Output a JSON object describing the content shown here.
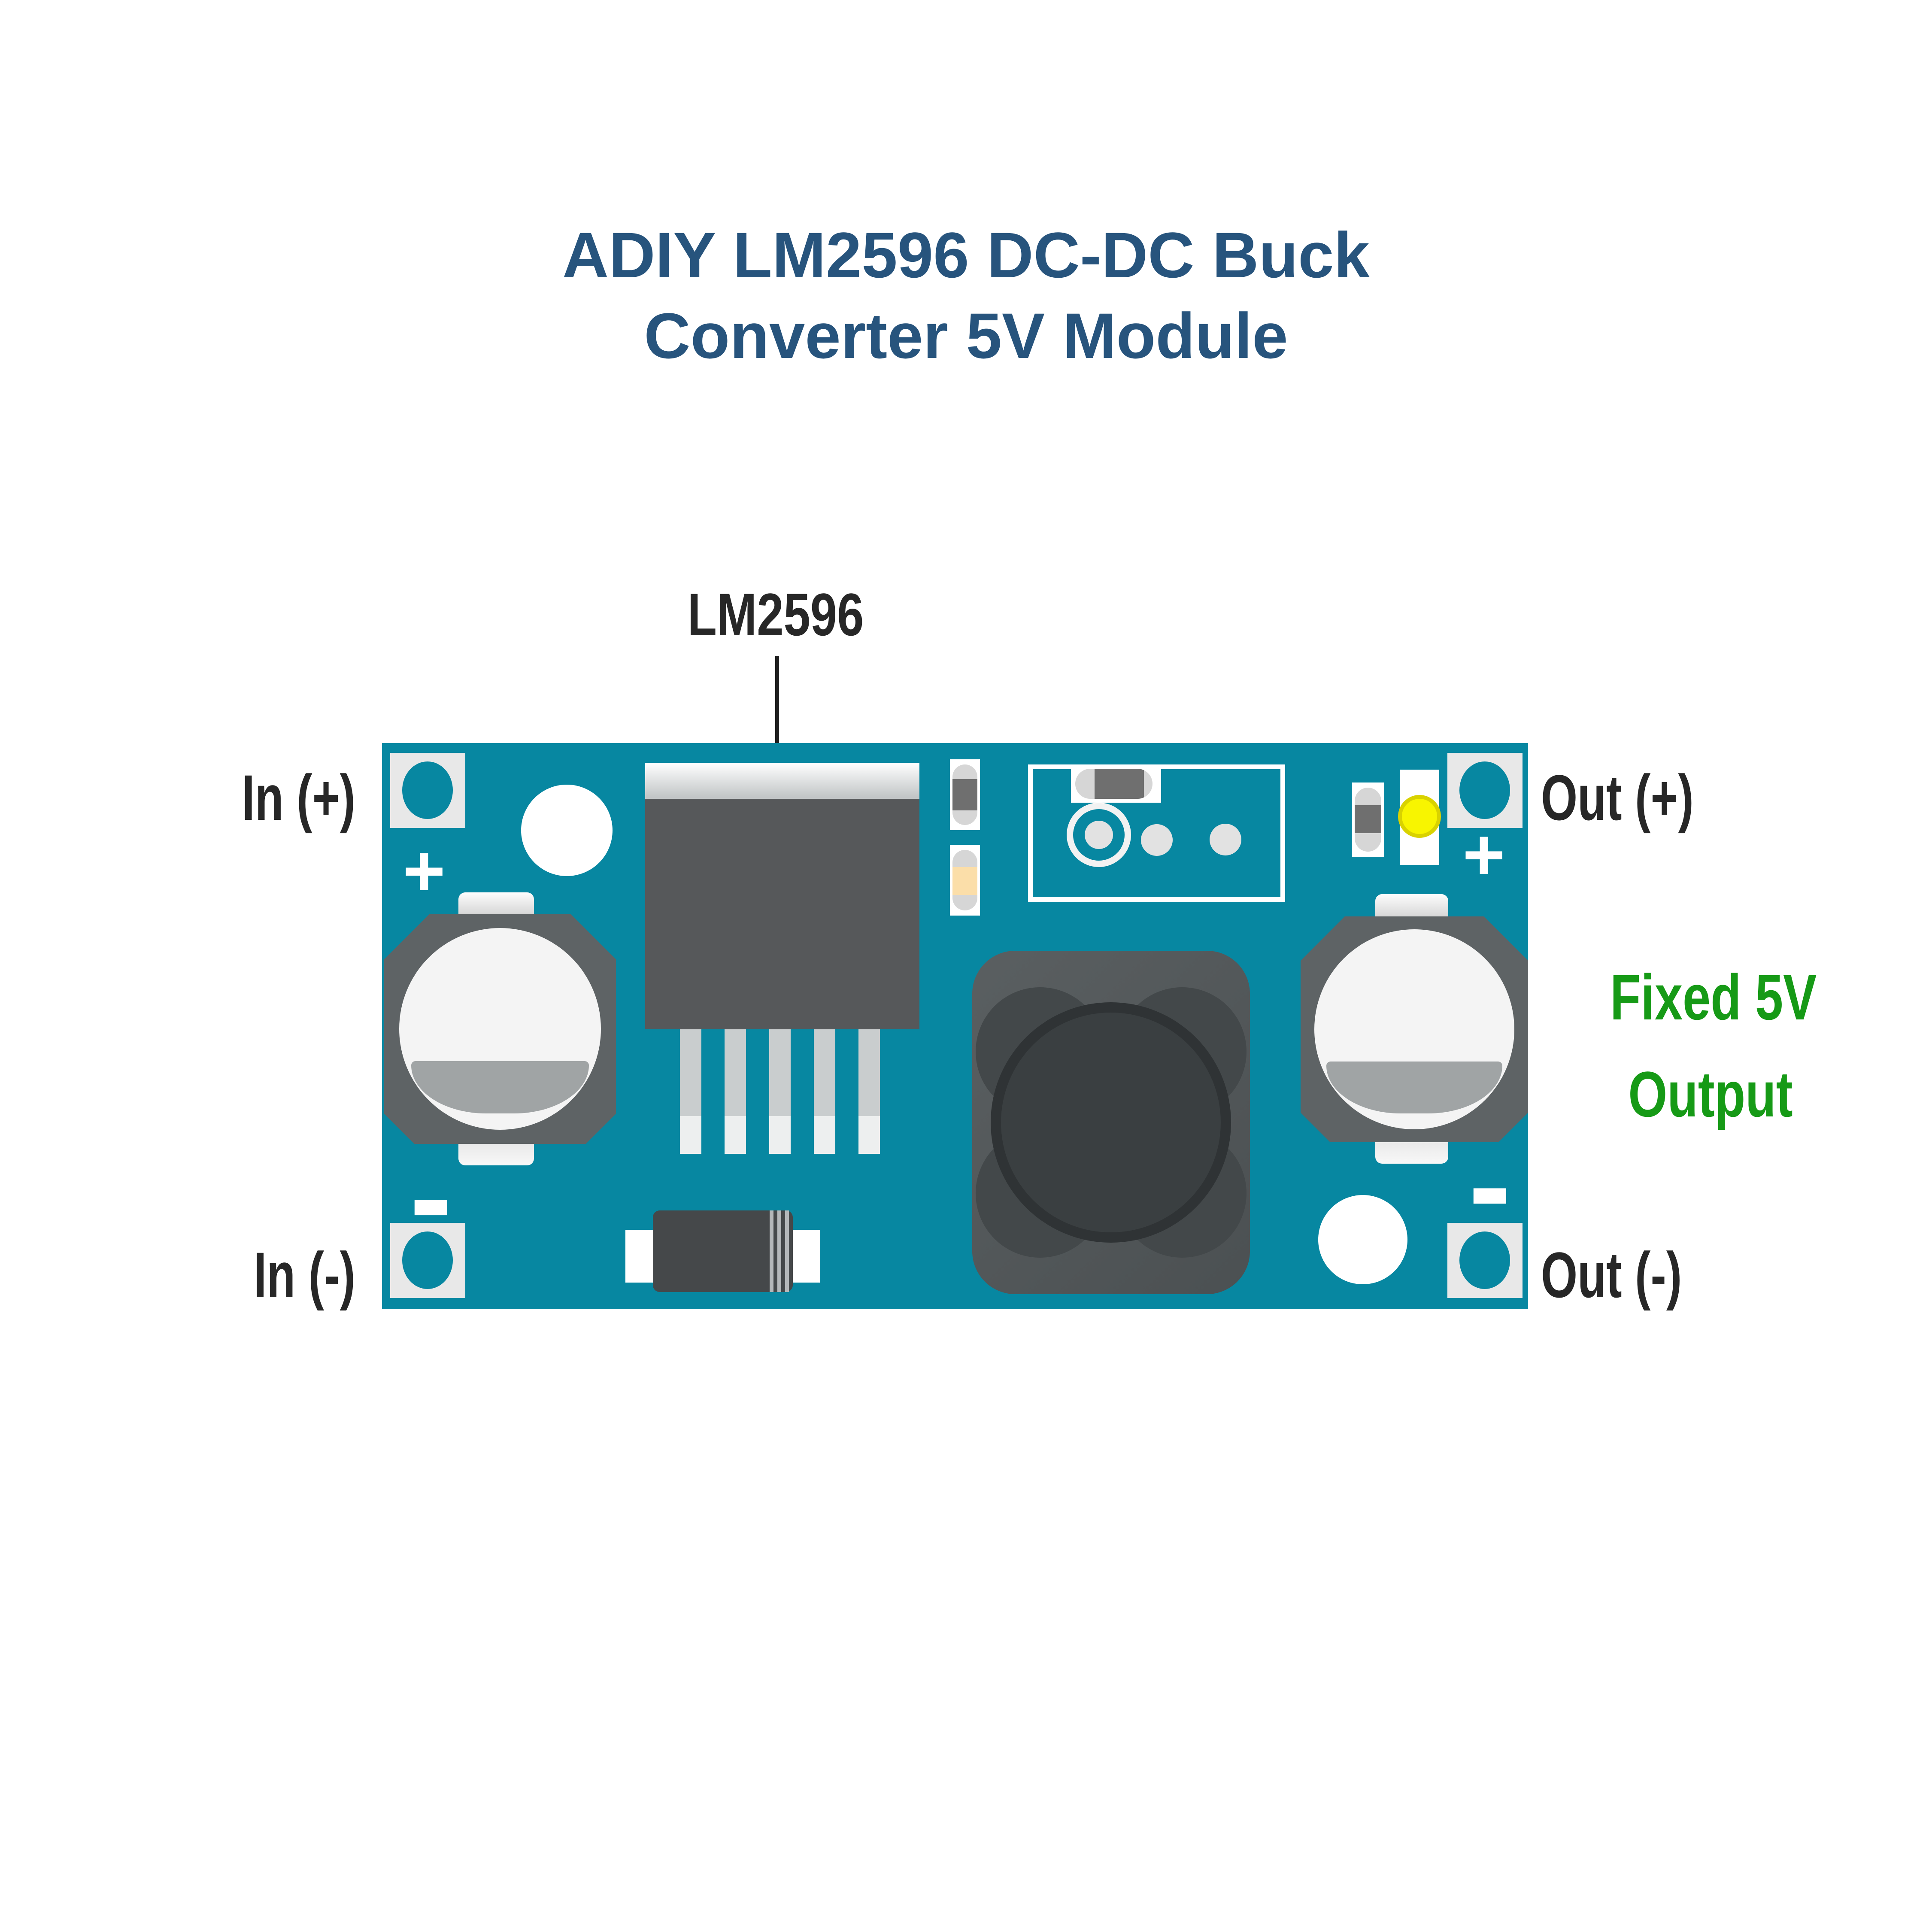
{
  "title": {
    "line1": "ADIY LM2596 DC-DC Buck",
    "line2": "Converter 5V Module"
  },
  "annotations": {
    "chip": "LM2596",
    "in_plus": "In (+)",
    "in_minus": "In (-)",
    "out_plus": "Out (+)",
    "out_minus": "Out (-)",
    "note": {
      "line1": "Fixed 5V",
      "line2": "Output"
    }
  },
  "board": {
    "silkscreen": {
      "plus": "+",
      "minus": "-"
    },
    "components": [
      "input-capacitor",
      "lm2596-regulator-ic",
      "inductor",
      "diode",
      "output-capacitor",
      "power-led",
      "smd-resistor",
      "smd-capacitor",
      "feedback-via",
      "mounting-hole",
      "corner-solder-pad"
    ]
  },
  "colors": {
    "board_teal": "#0787A1",
    "title_blue": "#27547D",
    "note_green": "#169A16",
    "label_dark": "#272727",
    "led_yellow": "#F8F500",
    "silkscreen_white": "#FFFFFF"
  }
}
